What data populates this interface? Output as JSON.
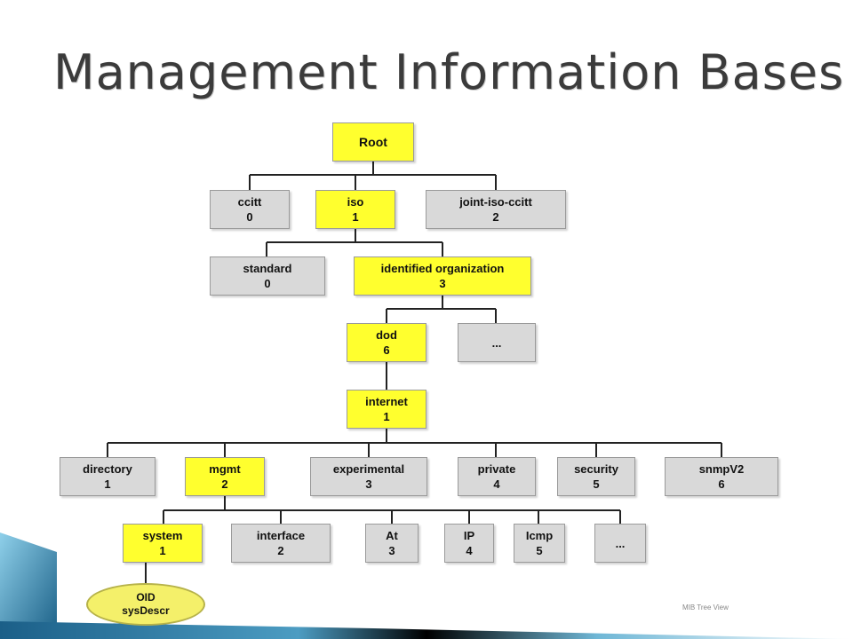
{
  "title": "Management Information Bases",
  "tree": {
    "root": {
      "name": "Root"
    },
    "level1": [
      {
        "name": "ccitt",
        "num": "0"
      },
      {
        "name": "iso",
        "num": "1"
      },
      {
        "name": "joint-iso-ccitt",
        "num": "2"
      }
    ],
    "level2": [
      {
        "name": "standard",
        "num": "0"
      },
      {
        "name": "identified organization",
        "num": "3"
      }
    ],
    "level3": [
      {
        "name": "dod",
        "num": "6"
      },
      {
        "name": "...",
        "num": ""
      }
    ],
    "level4": [
      {
        "name": "internet",
        "num": "1"
      }
    ],
    "level5": [
      {
        "name": "directory",
        "num": "1"
      },
      {
        "name": "mgmt",
        "num": "2"
      },
      {
        "name": "experimental",
        "num": "3"
      },
      {
        "name": "private",
        "num": "4"
      },
      {
        "name": "security",
        "num": "5"
      },
      {
        "name": "snmpV2",
        "num": "6"
      }
    ],
    "level6": [
      {
        "name": "system",
        "num": "1"
      },
      {
        "name": "interface",
        "num": "2"
      },
      {
        "name": "At",
        "num": "3"
      },
      {
        "name": "IP",
        "num": "4"
      },
      {
        "name": "Icmp",
        "num": "5"
      },
      {
        "name": "...",
        "num": ""
      }
    ],
    "leaf": {
      "line1": "OID",
      "line2": "sysDescr"
    }
  },
  "caption": "MIB Tree View",
  "colors": {
    "highlight": "#ffff2e",
    "node": "#d9d9d9",
    "line": "#222222",
    "title": "#3b3b3b",
    "frame": "#1f6f99"
  }
}
